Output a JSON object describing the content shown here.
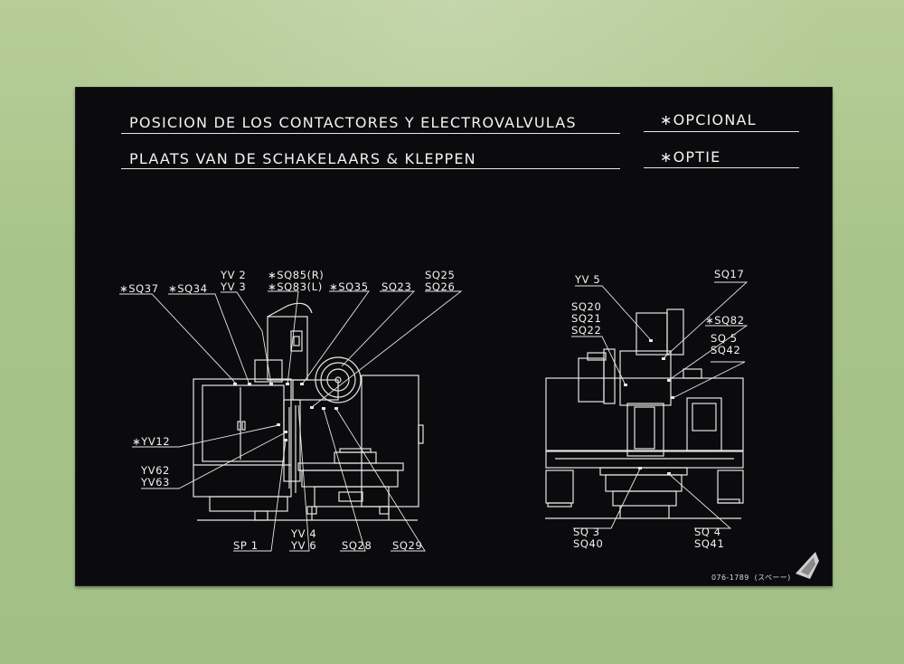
{
  "titles": {
    "line1": "POSICION DE LOS CONTACTORES Y ELECTROVALVULAS",
    "line2": "PLAATS VAN DE SCHAKELAARS & KLEPPEN",
    "opt1": "∗OPCIONAL",
    "opt2": "∗OPTIE"
  },
  "left_labels": {
    "sq37": "∗SQ37",
    "sq34": "∗SQ34",
    "yv2": "YV 2",
    "yv3": "YV 3",
    "sq85": "∗SQ85(R)",
    "sq83": "∗SQ83(L)",
    "sq35": "∗SQ35",
    "sq23": "SQ23",
    "sq25": "SQ25",
    "sq26": "SQ26",
    "yv12": "∗YV12",
    "yv62": "YV62",
    "yv63": "YV63",
    "sp1": "SP 1",
    "yv4": "YV 4",
    "yv6": "YV 6",
    "sq28": "SQ28",
    "sq29": "SQ29"
  },
  "right_labels": {
    "yv5": "YV 5",
    "sq17": "SQ17",
    "sq20": "SQ20",
    "sq21": "SQ21",
    "sq22": "SQ22",
    "sq82": "∗SQ82",
    "sq5": "SQ 5",
    "sq42": "SQ42",
    "sq3": "SQ 3",
    "sq40": "SQ40",
    "sq4": "SQ 4",
    "sq41": "SQ41"
  },
  "part_code": "076-1789  (スペーー)",
  "colors": {
    "wall": "#a8c48a",
    "plate": "#0b0b0d",
    "ink": "#f2f2f2"
  }
}
